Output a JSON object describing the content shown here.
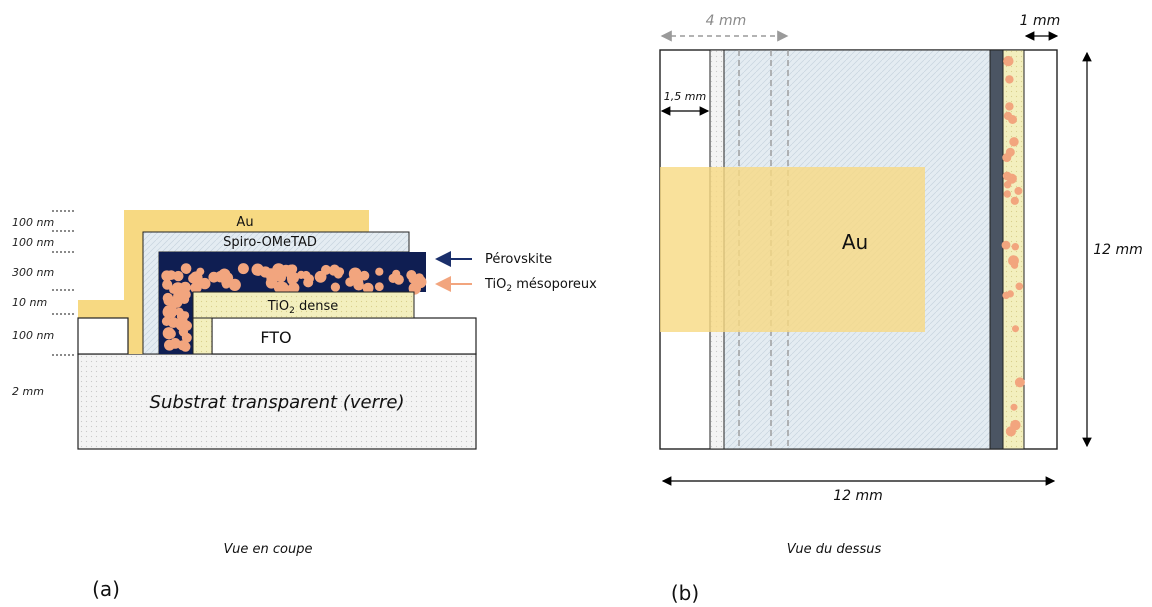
{
  "panel_a": {
    "thickness_labels": [
      "100 nm",
      "100 nm",
      "300 nm",
      "10 nm",
      "100 nm",
      "2 mm"
    ],
    "layers": {
      "au": "Au",
      "spiro": "Spiro-OMeTAD",
      "tio2_dense_main": "TiO",
      "tio2_dense_sub": "2",
      "tio2_dense_rest": " dense",
      "fto": "FTO",
      "substrate": "Substrat transparent (verre)"
    },
    "annotations": {
      "perovskite": "Pérovskite",
      "tio2_meso_main": "TiO",
      "tio2_meso_sub": "2",
      "tio2_meso_rest": " mésoporeux"
    },
    "caption": "Vue en coupe",
    "letter": "(a)"
  },
  "panel_b": {
    "dims": {
      "top_left": "4 mm",
      "top_right": "1 mm",
      "left_inner": "1,5 mm",
      "right": "12 mm",
      "bottom": "12 mm"
    },
    "au_label": "Au",
    "caption": "Vue du dessus",
    "letter": "(b)"
  },
  "colors": {
    "gold": "#f7d982",
    "spiro": "#e4ecf2",
    "perovskite": "#0f1e52",
    "particles": "#f2a57e",
    "tio2_dense": "#f3efbe",
    "fto": "#ffffff",
    "substrate": "#f3f3f3",
    "arrow_dark": "#1a2f6b",
    "arrow_light": "#f2a57e",
    "dash_grey": "#9a9a9a"
  }
}
